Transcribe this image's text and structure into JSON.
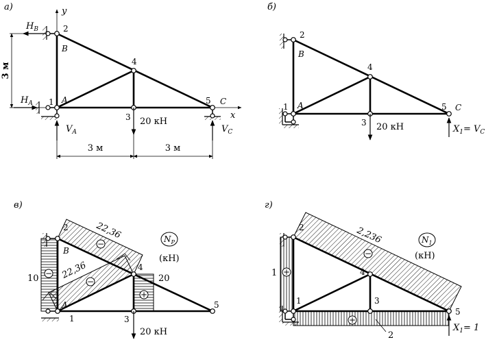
{
  "panels": {
    "a": {
      "letter": "а)",
      "axis_y": "y",
      "axis_x": "x",
      "node_labels": [
        "1",
        "2",
        "3",
        "4",
        "5"
      ],
      "point_labels": {
        "A": "A",
        "B": "B",
        "C": "C"
      },
      "reactions": {
        "HB": "H",
        "HB_sub": "B",
        "HA": "H",
        "HA_sub": "A",
        "VA": "V",
        "VA_sub": "A",
        "VC": "V",
        "VC_sub": "C"
      },
      "load": "20 кН",
      "dim_height": "3 м",
      "dim_left": "3 м",
      "dim_right": "3 м"
    },
    "b": {
      "letter": "б)",
      "node_labels": [
        "1",
        "2",
        "3",
        "4",
        "5"
      ],
      "point_labels": {
        "A": "A",
        "B": "B",
        "C": "C"
      },
      "load": "20 кН",
      "unknown_X": "X",
      "unknown_sub": "1",
      "unknown_eq": "= V",
      "unknown_eq_sub": "C"
    },
    "c": {
      "letter": "в)",
      "node_labels": [
        "1",
        "2",
        "3",
        "4",
        "5"
      ],
      "point_labels": {
        "A": "A",
        "B": "B"
      },
      "values": {
        "top_chord": "22,36",
        "diagonal": "22,36",
        "left_post": "10",
        "vertical": "20"
      },
      "diagram_symbol": "N",
      "diagram_symbol_sub": "P",
      "units": "(кН)",
      "load": "20 кН"
    },
    "d": {
      "letter": "г)",
      "node_labels": [
        "1",
        "2",
        "3",
        "4",
        "5"
      ],
      "values": {
        "top_chord": "2,236",
        "left_post": "1",
        "bottom_chord": "2"
      },
      "diagram_symbol": "N",
      "diagram_symbol_sub": "1",
      "units": "(кН)",
      "unknown_X": "X",
      "unknown_sub": "1",
      "unknown_eq": "= 1"
    }
  },
  "signs": {
    "minus": "−",
    "plus": "+"
  }
}
